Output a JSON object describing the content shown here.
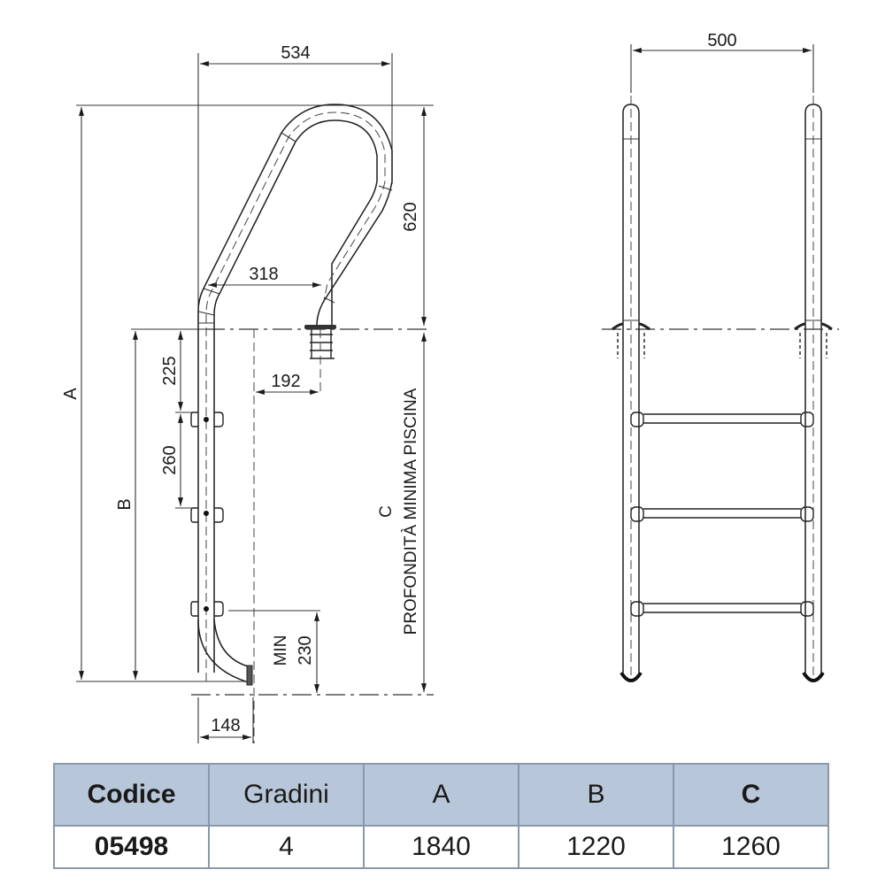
{
  "drawing": {
    "side_view": {
      "dim_top_width": "534",
      "dim_handrail_height": "620",
      "dim_handrail_spacing": "318",
      "dim_wall_offset": "192",
      "dim_first_step": "225",
      "dim_step_pitch": "260",
      "dim_bottom_clearance_value": "230",
      "dim_bottom_clearance_prefix": "MIN",
      "dim_foot_offset": "148",
      "label_total_height": "A",
      "label_submerged_height": "B",
      "label_pool_depth": "C",
      "label_pool_depth_caption": "PROFONDITÀ MINIMA PISCINA"
    },
    "front_view": {
      "dim_width": "500",
      "steps_visible": 3
    }
  },
  "table": {
    "headers": [
      "Codice",
      "Gradini",
      "A",
      "B",
      "C"
    ],
    "rows": [
      [
        "05498",
        "4",
        "1840",
        "1220",
        "1260"
      ]
    ]
  },
  "colors": {
    "table_header_bg": "#b8c6d9",
    "table_border": "#8b98ab",
    "line": "#222222"
  }
}
